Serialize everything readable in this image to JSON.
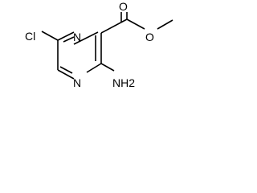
{
  "molecule": {
    "atoms": {
      "chlorine": "Cl",
      "ring_nitrogen_top": "N",
      "ring_nitrogen_bottom": "N",
      "carbonyl_oxygen": "O",
      "ester_oxygen": "O",
      "amino_group": "NH2"
    }
  },
  "colors": {
    "bond": "#000000",
    "label": "#000000",
    "background": "#ffffff"
  }
}
